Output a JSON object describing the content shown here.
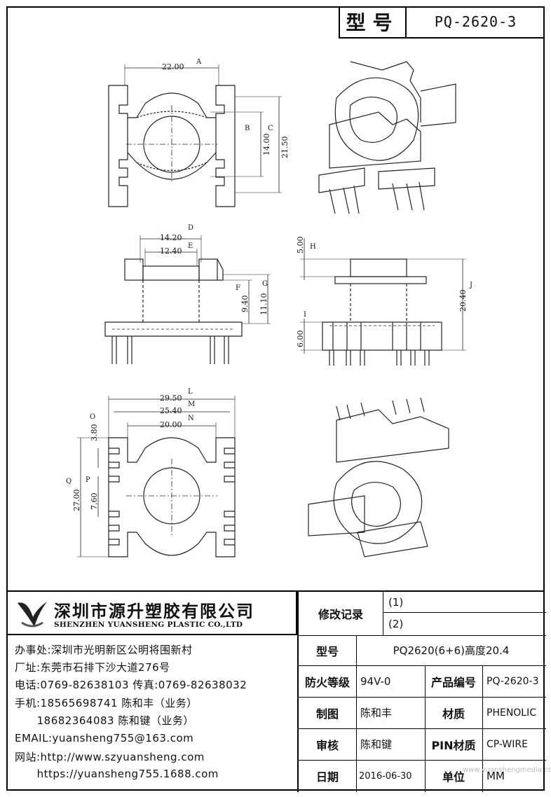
{
  "header": {
    "model_label": "型号",
    "model_value": "PQ-2620-3"
  },
  "dimensions": {
    "A": "22.00",
    "B": "14.00",
    "C": "21.50",
    "D": "14.20",
    "E": "12.40",
    "F": "9.40",
    "G": "11.10",
    "H": "5.00",
    "I": "6.00",
    "J": "20.40",
    "L": "29.50",
    "M": "25.40",
    "N": "20.00",
    "O": "3.80",
    "P": "7.60",
    "Q": "27.00"
  },
  "dimension_letters": [
    "A",
    "B",
    "C",
    "D",
    "E",
    "F",
    "G",
    "H",
    "I",
    "J",
    "L",
    "M",
    "N",
    "O",
    "P",
    "Q"
  ],
  "company": {
    "cn_name": "深圳市源升塑胶有限公司",
    "en_name": "SHENZHEN YUANSHENG PLASTIC CO.,LTD",
    "lines": [
      "办事处:深圳市光明新区公明将围新村",
      "厂址:东莞市石排下沙大道276号",
      "电话:0769-82638103 传真:0769-82638032",
      "手机:18565698741 陈和丰（业务）",
      "      18682364083 陈和键（业务）",
      "EMAIL:yuansheng755@163.com",
      "网站:http://www.szyuansheng.com",
      "      https://yuansheng755.1688.com"
    ]
  },
  "table": {
    "revision_label": "修改记录",
    "revision_1": "(1)",
    "revision_2": "(2)",
    "model_label": "型号",
    "model_value": "PQ2620(6+6)高度20.4",
    "fire_label": "防火等级",
    "fire_value": "94V-0",
    "product_no_label": "产品编号",
    "product_no_value": "PQ-2620-3",
    "drawn_label": "制图",
    "drawn_value": "陈和丰",
    "material_label": "材质",
    "material_value": "PHENOLIC",
    "check_label": "审核",
    "check_value": "陈和键",
    "pin_label": "PIN材质",
    "pin_value": "CP-WIRE",
    "date_label": "日期",
    "date_value": "2016-06-30",
    "unit_label": "单位",
    "unit_value": "MM"
  },
  "watermark": "www.yuanshengmedia.com"
}
